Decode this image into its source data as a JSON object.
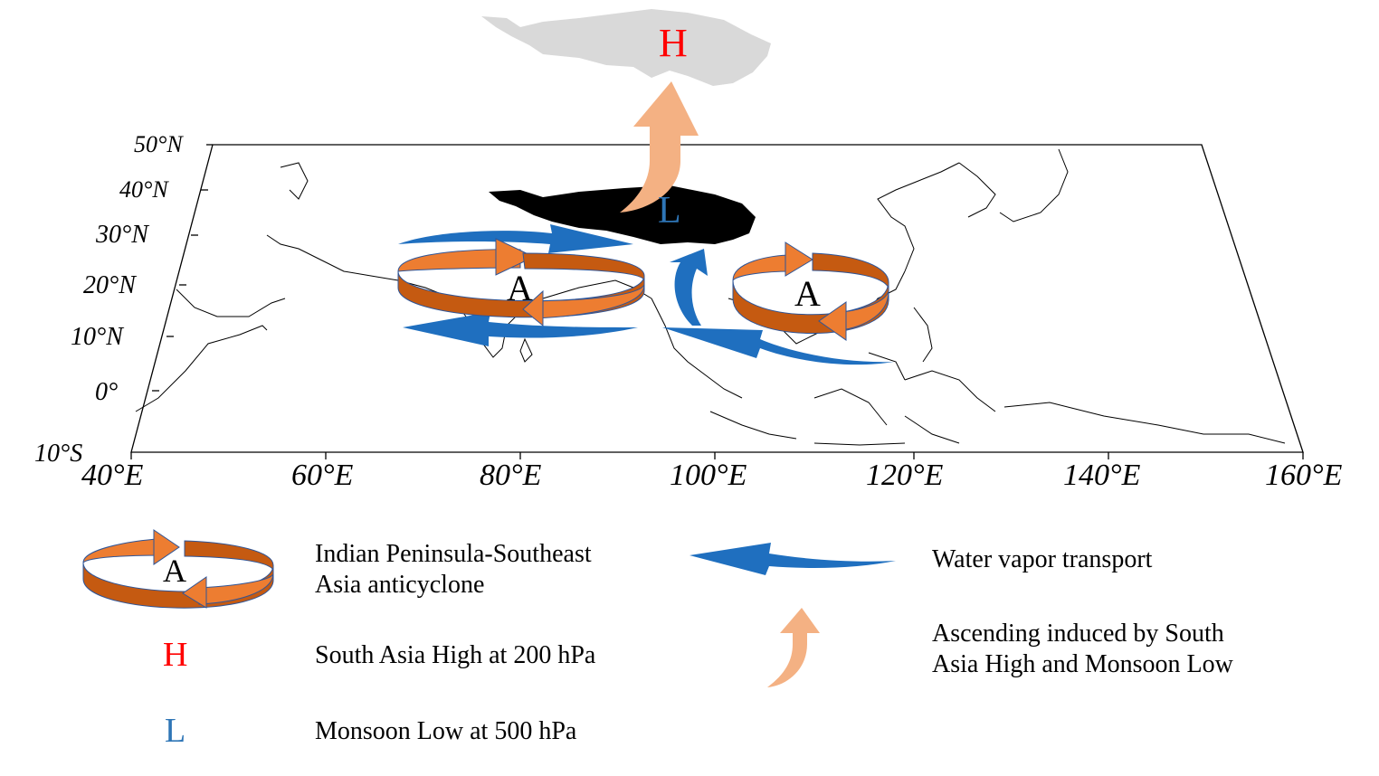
{
  "map": {
    "lat_labels": [
      "50°N",
      "40°N",
      "30°N",
      "20°N",
      "10°N",
      "0°",
      "10°S"
    ],
    "lon_labels": [
      "40°E",
      "60°E",
      "80°E",
      "100°E",
      "120°E",
      "140°E",
      "160°E"
    ],
    "high_symbol": "H",
    "low_symbol": "L",
    "anticyclone_symbol": "A"
  },
  "legend": {
    "anticyclone": {
      "symbol": "A",
      "label_line1": "Indian Peninsula-Southeast",
      "label_line2": "Asia anticyclone"
    },
    "high": {
      "symbol": "H",
      "label": "South Asia High at 200 hPa"
    },
    "low": {
      "symbol": "L",
      "label": "Monsoon Low at 500 hPa"
    },
    "water_vapor": {
      "label": "Water vapor transport"
    },
    "ascending": {
      "label_line1": "Ascending induced by South",
      "label_line2": "Asia High and Monsoon Low"
    }
  },
  "colors": {
    "high": "#ff0000",
    "low": "#2e75b6",
    "vapor_arrow": "#1f6fbf",
    "ascending_arrow": "#f4b183",
    "ring_light": "#ed7d31",
    "ring_dark": "#c55a11",
    "plateau_top": "#d9d9d9",
    "plateau_map": "#000000"
  }
}
